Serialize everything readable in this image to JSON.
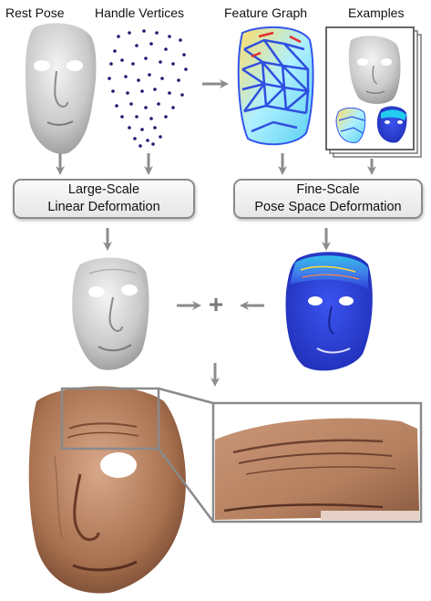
{
  "headers": {
    "rest_pose": "Rest Pose",
    "handle_vertices": "Handle Vertices",
    "feature_graph": "Feature Graph",
    "examples": "Examples"
  },
  "boxes": {
    "large_scale": {
      "line1": "Large-Scale",
      "line2": "Linear Deformation"
    },
    "fine_scale": {
      "line1": "Fine-Scale",
      "line2": "Pose Space Deformation"
    }
  },
  "colors": {
    "arrow": "#8c8c8c",
    "box_border": "#8a8a8a",
    "gray_face": "#c8c8c8",
    "blue_face": "#2a3fd8",
    "skin": "#b07a5a",
    "handle_dots": "#1a1a6e"
  },
  "symbols": {
    "combine": "+"
  }
}
